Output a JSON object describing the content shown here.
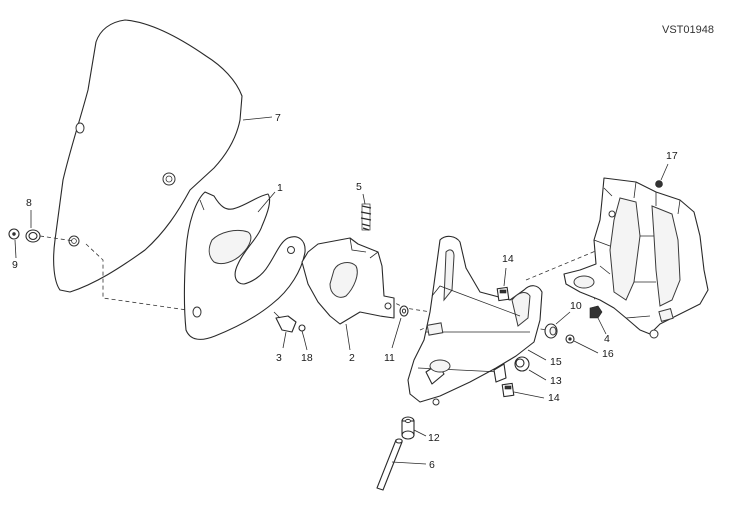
{
  "diagram": {
    "code": "VST01948",
    "callouts": {
      "windscreen": "7",
      "bracket_left": "1",
      "spring": "5",
      "bracket_center": "2",
      "clip_left": "3",
      "screw_left": "18",
      "washer": "11",
      "nut_left": "8",
      "screw_far_left": "9",
      "clip_upper": "14",
      "clip_lower": "14",
      "grommet": "10",
      "screw_right": "16",
      "nut_right": "4",
      "bolt_top": "17",
      "knob_15": "15",
      "knob_13": "13",
      "bushing": "12",
      "rod": "6"
    }
  }
}
